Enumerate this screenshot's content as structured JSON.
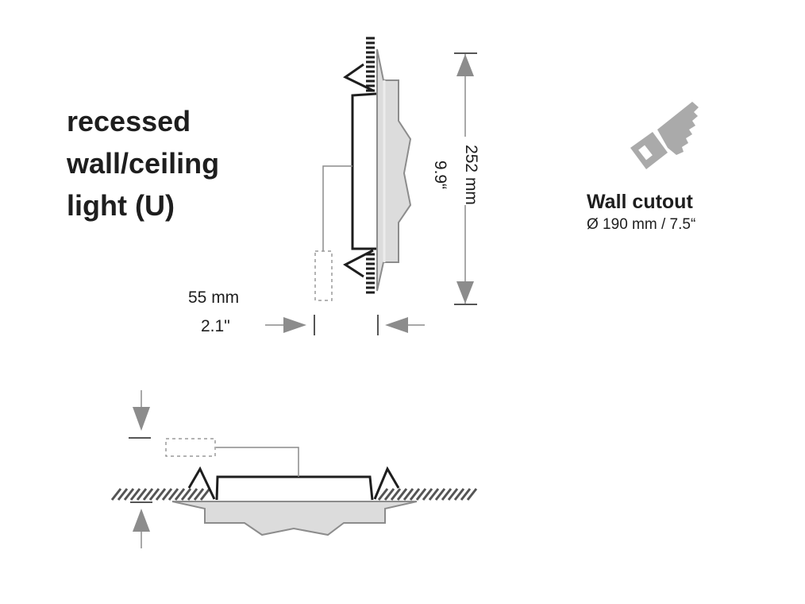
{
  "title": {
    "lines": [
      "recessed",
      "wall/ceiling",
      "light (U)"
    ]
  },
  "side_view": {
    "height_mm": "252 mm",
    "height_in": "9.9“",
    "depth_mm": "55 mm",
    "depth_in": "2.1\""
  },
  "cutout": {
    "icon": "saw-icon",
    "label": "Wall cutout",
    "dimension": "Ø 190 mm / 7.5“"
  },
  "colors": {
    "outline": "#1e1e1e",
    "fixture_fill": "#dcdcdc",
    "fixture_stroke": "#8c8c8c",
    "arrow": "#8c8c8c",
    "icon": "#aaaaaa"
  }
}
